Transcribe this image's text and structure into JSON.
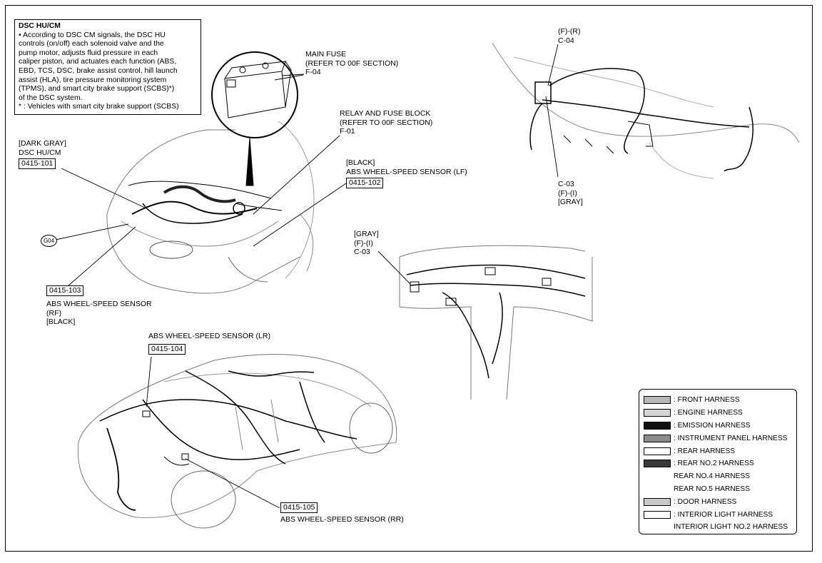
{
  "description_box": {
    "title": "DSC HU/CM",
    "body": "• According to DSC CM signals, the DSC HU\ncontrols (on/off) each solenoid valve and the\npump motor, adjusts fluid pressure in each\ncaliper piston, and actuates each function (ABS,\nEBD, TCS, DSC, brake assist control, hill launch\nassist (HLA), tire pressure monitoring system\n(TPMS), and smart city brake support (SCBS)*)\nof the DSC system.\n* : Vehicles with smart city brake support (SCBS)"
  },
  "callouts": {
    "main_fuse": {
      "name": "MAIN FUSE",
      "ref": "(REFER TO 00F SECTION)",
      "code": "F-04"
    },
    "relay_block": {
      "name": "RELAY AND FUSE BLOCK",
      "ref": "(REFER TO 00F SECTION)",
      "code": "F-01"
    },
    "dsc_hu_cm": {
      "color": "[DARK GRAY]",
      "name": "DSC HU/CM",
      "code": "0415-101"
    },
    "lf_sensor": {
      "color": "[BLACK]",
      "name": "ABS WHEEL-SPEED SENSOR (LF)",
      "code": "0415-102"
    },
    "rf_sensor": {
      "code": "0415-103",
      "name": "ABS WHEEL-SPEED SENSOR",
      "pos": "(RF)",
      "color": "[BLACK]"
    },
    "lr_sensor": {
      "name": "ABS WHEEL-SPEED SENSOR (LR)",
      "code": "0415-104"
    },
    "rr_sensor": {
      "code": "0415-105",
      "name": "ABS WHEEL-SPEED SENSOR (RR)"
    },
    "ground": {
      "code": "G04"
    },
    "c04": {
      "line1": "(F)-(R)",
      "line2": "C-04"
    },
    "c03_top": {
      "code": "C-03",
      "line2": "(F)-(I)",
      "color": "[GRAY]"
    },
    "c03_panel": {
      "color": "[GRAY]",
      "line2": "(F)-(I)",
      "code": "C-03"
    }
  },
  "legend": [
    {
      "label": ": FRONT HARNESS",
      "color": "#b8b8b8"
    },
    {
      "label": ": ENGINE HARNESS",
      "color": "#d4d4d4"
    },
    {
      "label": ": EMISSION HARNESS",
      "color": "#111111"
    },
    {
      "label": ": INSTRUMENT PANEL HARNESS",
      "color": "#8c8c8c"
    },
    {
      "label": ": REAR HARNESS",
      "color": "#ffffff"
    },
    {
      "label": ": REAR NO.2 HARNESS",
      "color": "#3a3a3a"
    },
    {
      "label": "REAR NO.4 HARNESS",
      "color": ""
    },
    {
      "label": "REAR NO.5 HARNESS",
      "color": ""
    },
    {
      "label": ": DOOR HARNESS",
      "color": "#c8c8c8"
    },
    {
      "label": ": INTERIOR LIGHT HARNESS",
      "color": "#ffffff"
    },
    {
      "label": "INTERIOR LIGHT NO.2 HARNESS",
      "color": ""
    }
  ]
}
